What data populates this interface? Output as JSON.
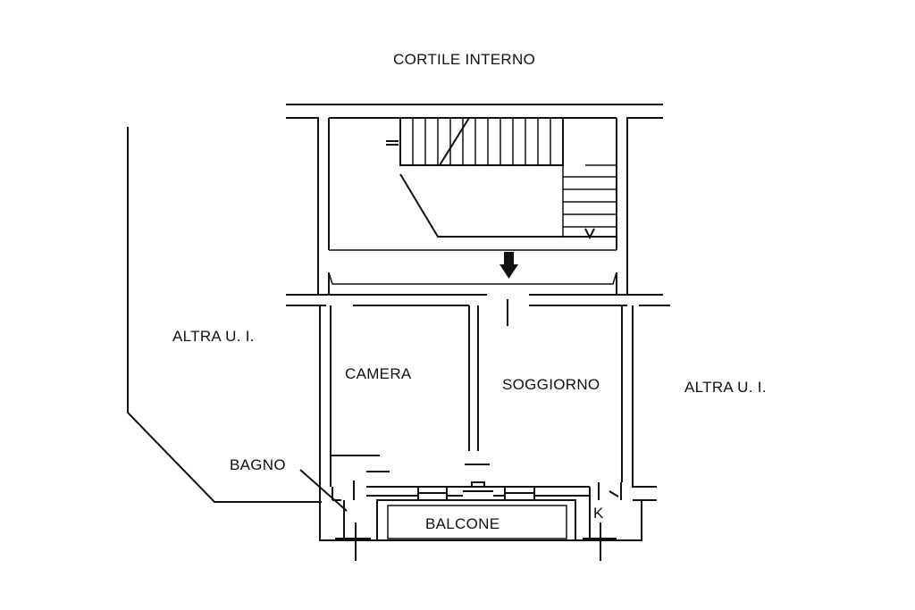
{
  "labels": {
    "courtyard": "CORTILE INTERNO",
    "other_unit_left": "ALTRA U. I.",
    "other_unit_right": "ALTRA U. I.",
    "bedroom": "CAMERA",
    "living_room": "SOGGIORNO",
    "bathroom": "BAGNO",
    "balcony": "BALCONE",
    "kitchen": "K"
  },
  "colors": {
    "line": "#111111",
    "background": "#ffffff"
  },
  "icons": {
    "entrance": "arrow-down-icon"
  }
}
